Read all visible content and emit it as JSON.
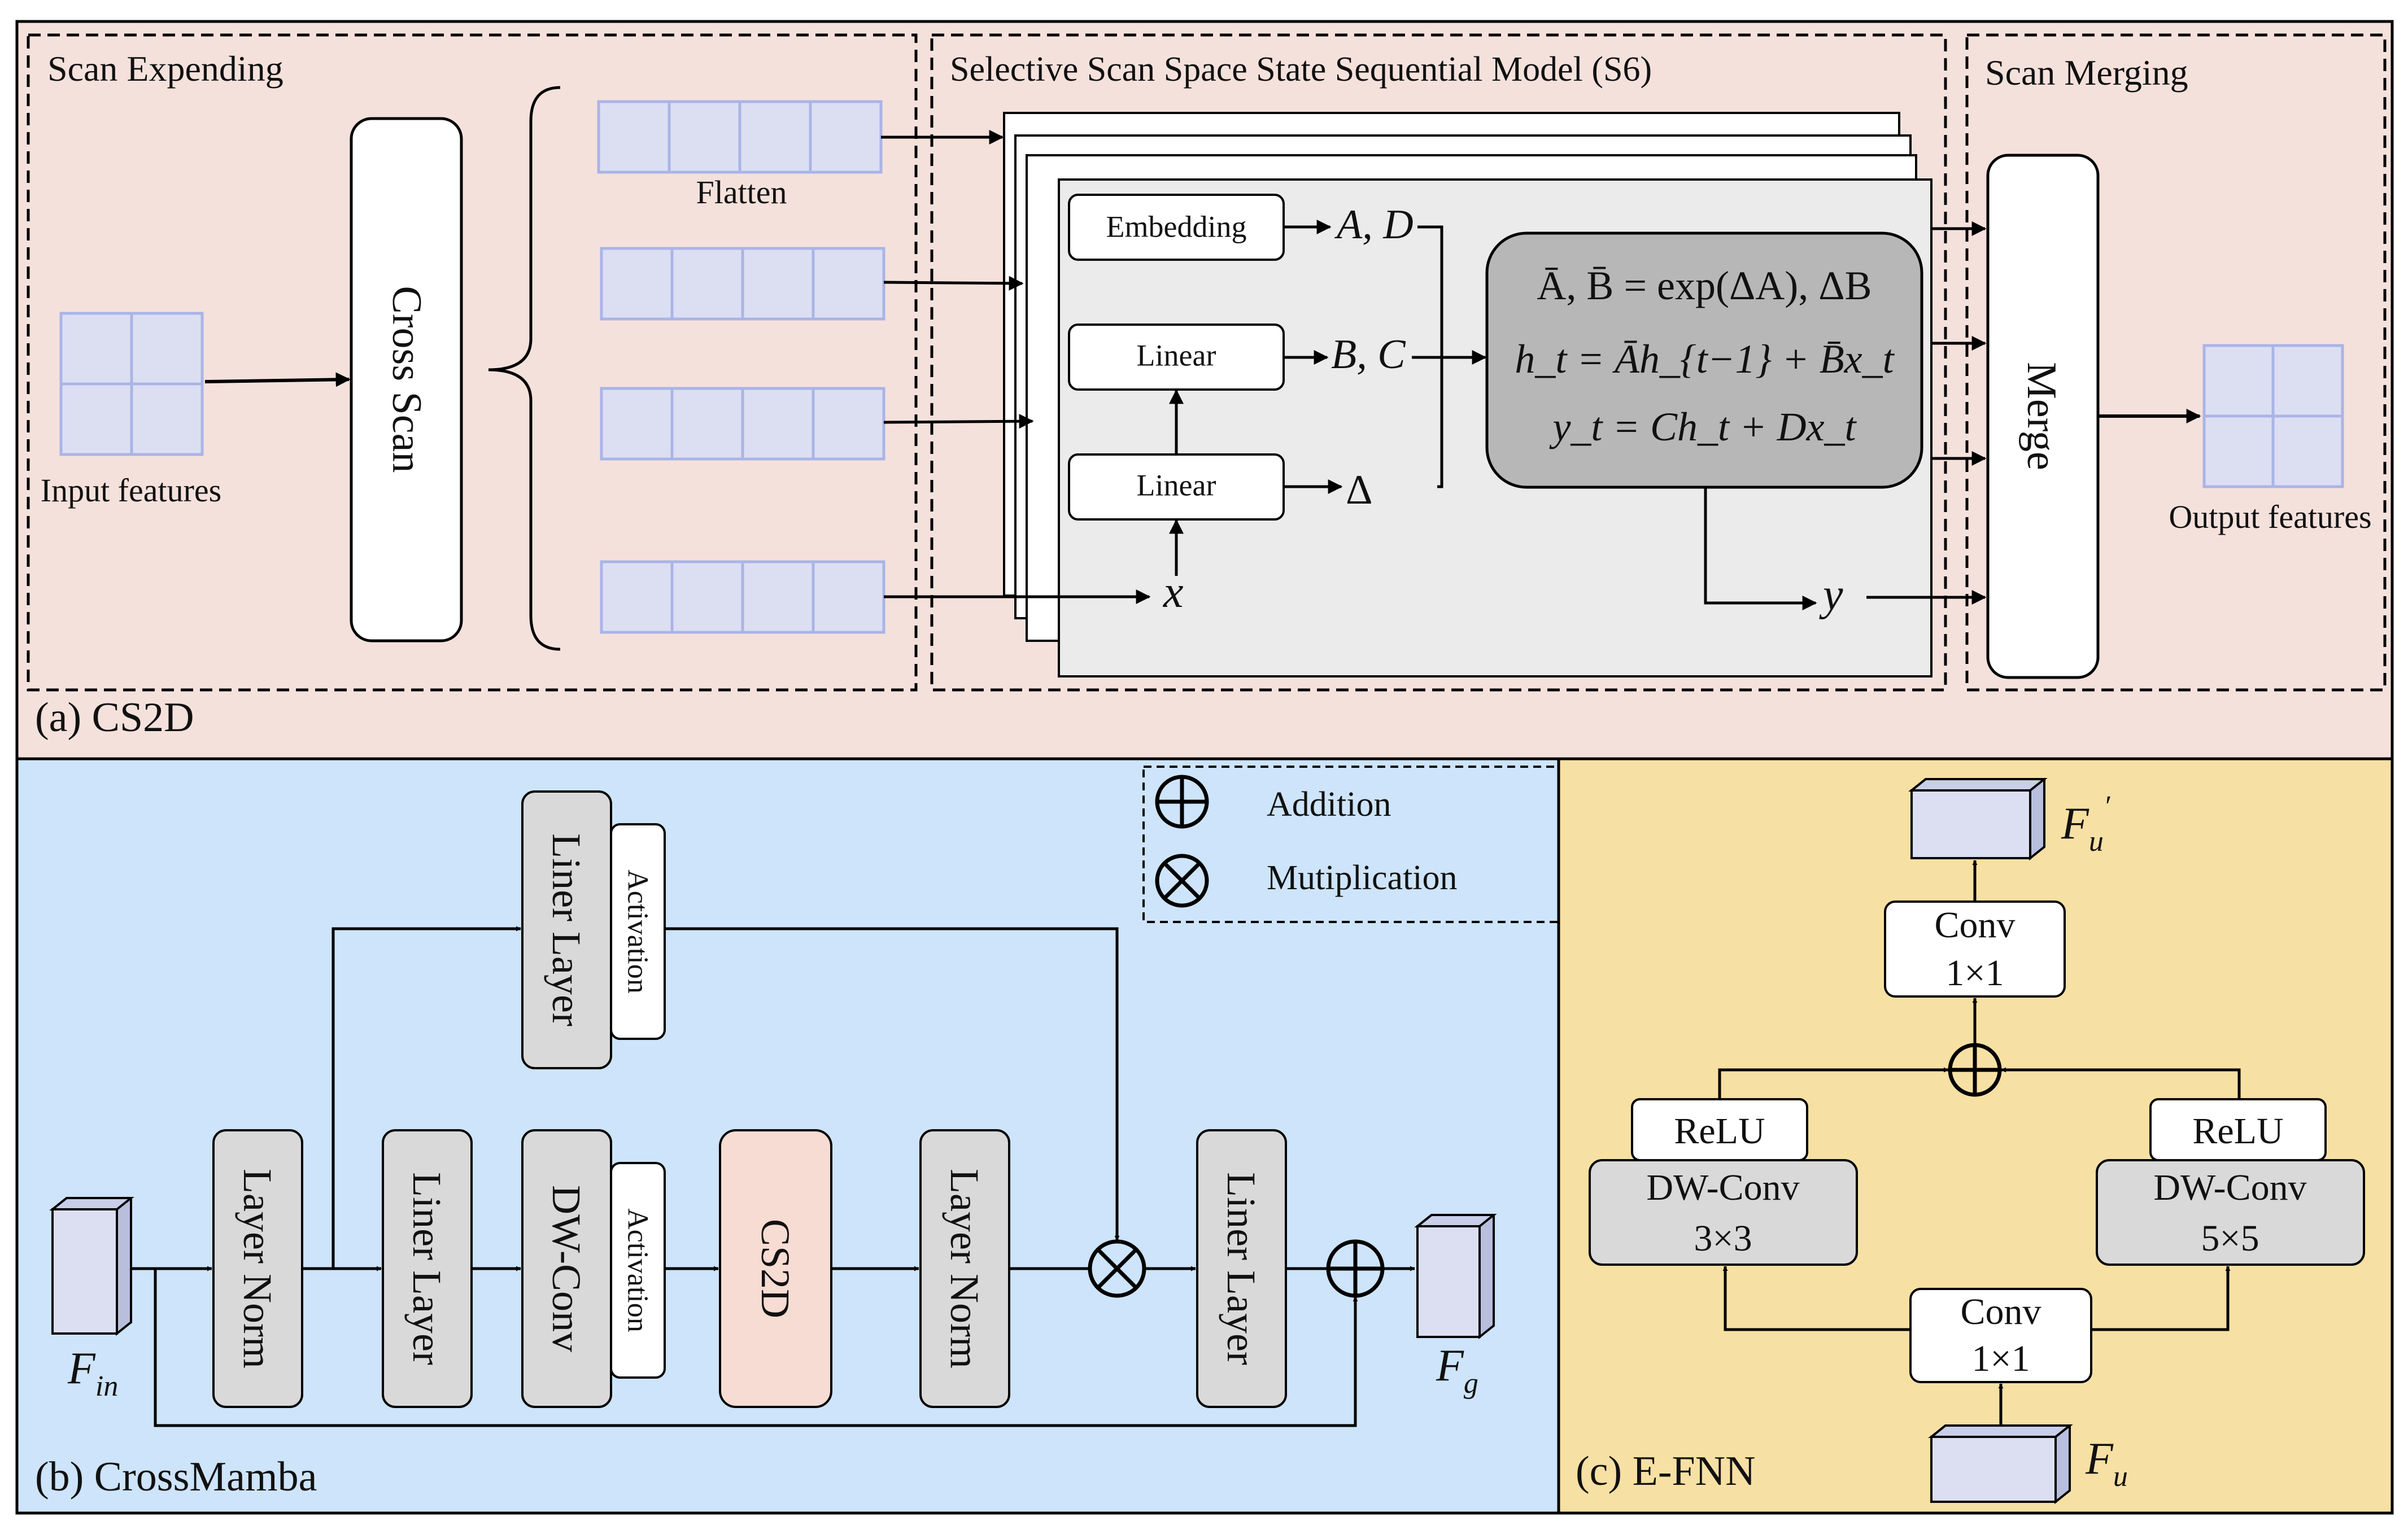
{
  "panels": {
    "a": {
      "label": "(a) CS2D",
      "scan_expanding": {
        "title": "Scan Expending",
        "input_label": "Input features",
        "cross_scan": "Cross Scan",
        "flatten_label": "Flatten"
      },
      "s6": {
        "title": "Selective Scan Space State Sequential Model (S6)",
        "embedding": "Embedding",
        "linear_top": "Linear",
        "linear_bottom": "Linear",
        "out_ad": "A, D",
        "out_bc": "B, C",
        "out_delta": "Δ",
        "input_x": "x",
        "output_y": "y",
        "equations": [
          "Ā, B̄ = exp(ΔA), ΔB",
          "h_t = Āh_{t−1} + B̄x_t",
          "y_t = Ch_t + Dx_t"
        ]
      },
      "scan_merging": {
        "title": "Scan Merging",
        "merge": "Merge",
        "output_label": "Output features"
      }
    },
    "b": {
      "label": "(b) CrossMamba",
      "legend": {
        "addition": "Addition",
        "multiplication": "Mutiplication"
      },
      "input": "F_in",
      "output": "F_g",
      "blocks": {
        "layer_norm_1": "Layer Norm",
        "liner_top": "Liner Layer",
        "activation_top": "Activation",
        "liner_1": "Liner Layer",
        "dwconv": "DW-Conv",
        "activation_mid": "Activation",
        "cs2d": "CS2D",
        "layer_norm_2": "Layer Norm",
        "liner_2": "Liner Layer"
      }
    },
    "c": {
      "label": "(c) E-FNN",
      "input": "F_u",
      "output": "F_u′",
      "conv_top": [
        "Conv",
        "1×1"
      ],
      "conv_bottom": [
        "Conv",
        "1×1"
      ],
      "relu_left": "ReLU",
      "relu_right": "ReLU",
      "dwconv_left": [
        "DW-Conv",
        "3×3"
      ],
      "dwconv_right": [
        "DW-Conv",
        "5×5"
      ]
    }
  },
  "colors": {
    "panel_a_bg": "#f5e1dc",
    "panel_b_bg": "#cde4fa",
    "panel_c_bg": "#f7e0a3",
    "grid_cell": "#dcdff2",
    "grid_line": "#aab4e6",
    "gray_block": "#d9d9d9",
    "cs2d_block": "#f6dcd3",
    "s6_inner": "#ebebeb",
    "equation_box": "#b7b7b7"
  }
}
